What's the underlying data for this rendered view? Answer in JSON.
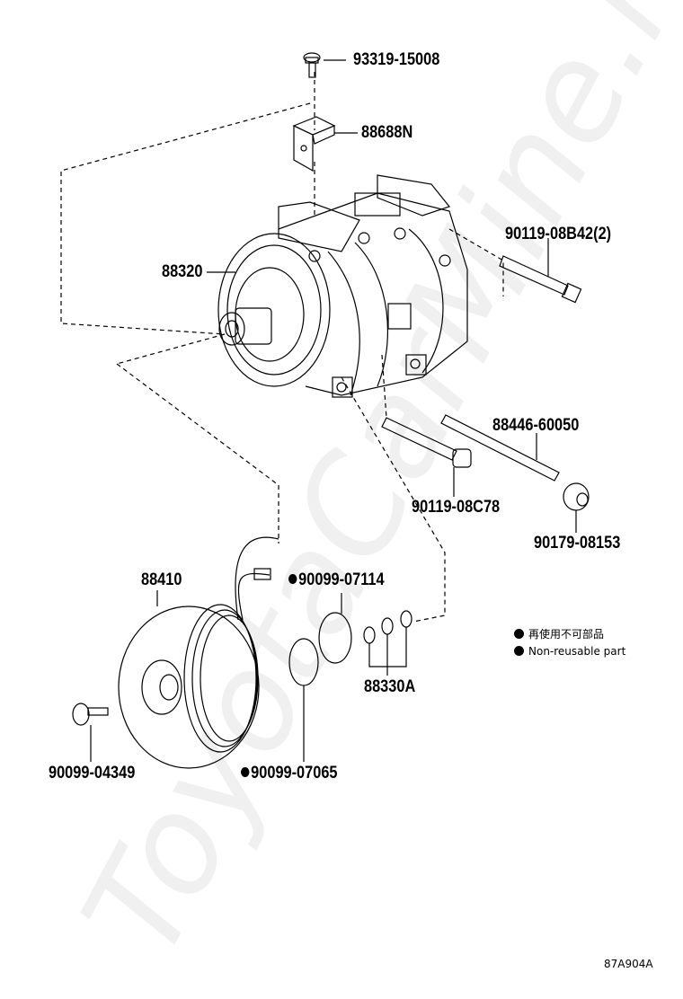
{
  "diagram": {
    "title": "A/C Compressor parts diagram",
    "figure_code": "87A904A",
    "watermark": "ToyotaCarMine.ru",
    "parts": [
      {
        "id": "93319-15008",
        "label": "93319-15008",
        "non_reusable": false
      },
      {
        "id": "88688N",
        "label": "88688N",
        "non_reusable": false
      },
      {
        "id": "88320",
        "label": "88320",
        "non_reusable": false
      },
      {
        "id": "90119-08B42",
        "label": "90119-08B42(2)",
        "non_reusable": false
      },
      {
        "id": "88446-60050",
        "label": "88446-60050",
        "non_reusable": false
      },
      {
        "id": "90119-08C78",
        "label": "90119-08C78",
        "non_reusable": false
      },
      {
        "id": "90179-08153",
        "label": "90179-08153",
        "non_reusable": false
      },
      {
        "id": "88410",
        "label": "88410",
        "non_reusable": false
      },
      {
        "id": "90099-07114",
        "label": "90099-07114",
        "non_reusable": true
      },
      {
        "id": "88330A",
        "label": "88330A",
        "non_reusable": false
      },
      {
        "id": "90099-04349",
        "label": "90099-04349",
        "non_reusable": false
      },
      {
        "id": "90099-07065",
        "label": "90099-07065",
        "non_reusable": true
      }
    ],
    "legend": [
      {
        "symbol": "filled-circle",
        "text": "再使用不可部品"
      },
      {
        "symbol": "filled-circle",
        "text": "Non-reusable part"
      }
    ]
  }
}
